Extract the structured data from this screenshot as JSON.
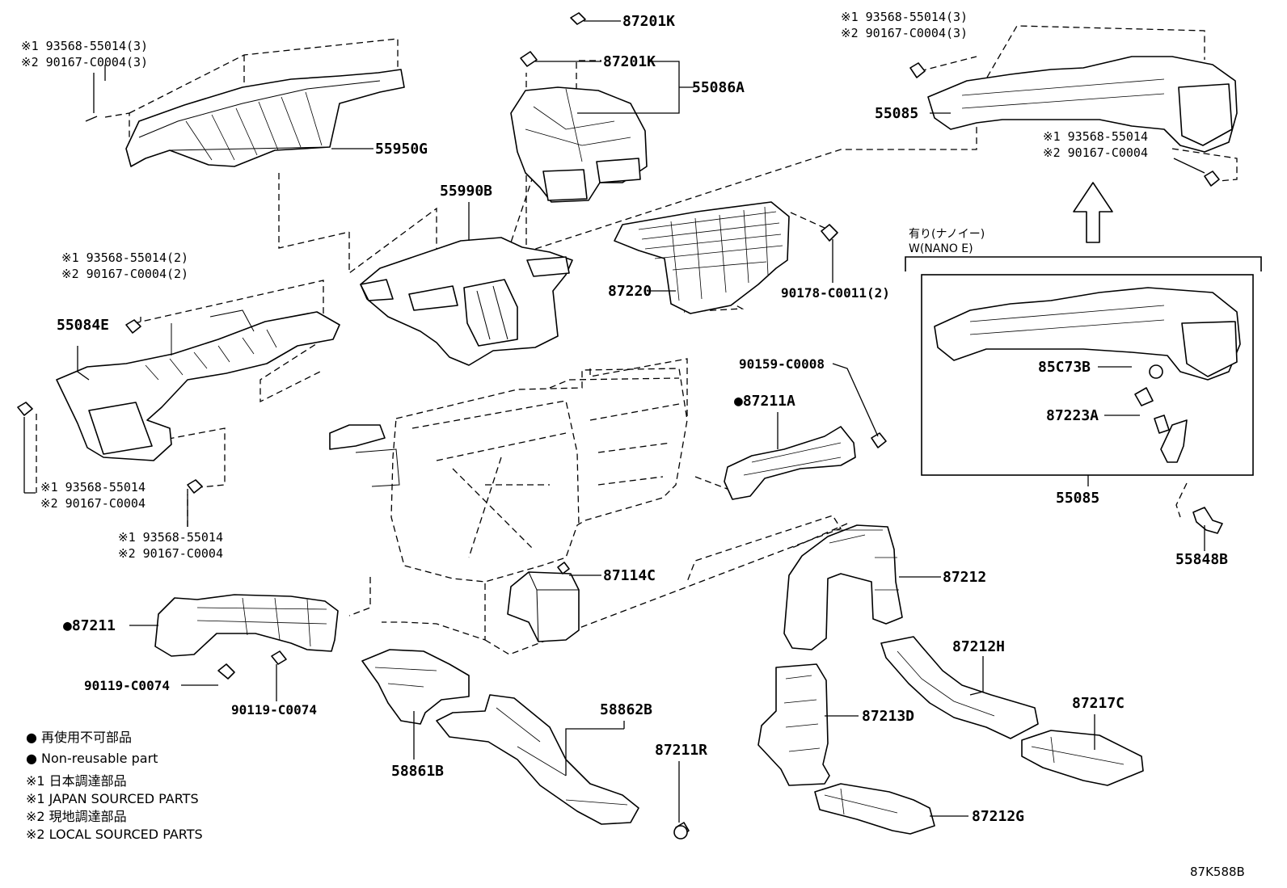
{
  "diagram_code": "87K588B",
  "variant": {
    "label_jp": "有り(ナノイー)",
    "label_en": "W(NANO E)"
  },
  "labels": {
    "l_87201K_a": "87201K",
    "l_87201K_b": "87201K",
    "l_55086A": "55086A",
    "l_55950G": "55950G",
    "l_55990B": "55990B",
    "l_55084E": "55084E",
    "l_87220": "87220",
    "l_90178": "90178-C0011(2)",
    "l_55085_top": "55085",
    "l_55085_box": "55085",
    "l_85C73B": "85C73B",
    "l_87223A": "87223A",
    "l_55848B": "55848B",
    "l_90159": "90159-C0008",
    "l_87211A": "●87211A",
    "l_87114C": "87114C",
    "l_87211": "●87211",
    "l_90119_a": "90119-C0074",
    "l_90119_b": "90119-C0074",
    "l_87212": "87212",
    "l_87212H": "87212H",
    "l_87213D": "87213D",
    "l_87217C": "87217C",
    "l_87212G": "87212G",
    "l_58862B": "58862B",
    "l_87211R": "87211R",
    "l_58861B": "58861B"
  },
  "notes": {
    "n1a": "※1 93568-55014(3)",
    "n1b": "※2 90167-C0004(3)",
    "n2a": "※1 93568-55014(3)",
    "n2b": "※2 90167-C0004(3)",
    "n3a": "※1 93568-55014",
    "n3b": "※2 90167-C0004",
    "n4a": "※1 93568-55014(2)",
    "n4b": "※2 90167-C0004(2)",
    "n5a": "※1 93568-55014",
    "n5b": "※2 90167-C0004",
    "n6a": "※1 93568-55014",
    "n6b": "※2 90167-C0004"
  },
  "legend": [
    "● 再使用不可部品",
    "● Non-reusable part",
    "※1 日本調達部品",
    "※1 JAPAN SOURCED PARTS",
    "※2 現地調達部品",
    "※2 LOCAL SOURCED PARTS"
  ]
}
